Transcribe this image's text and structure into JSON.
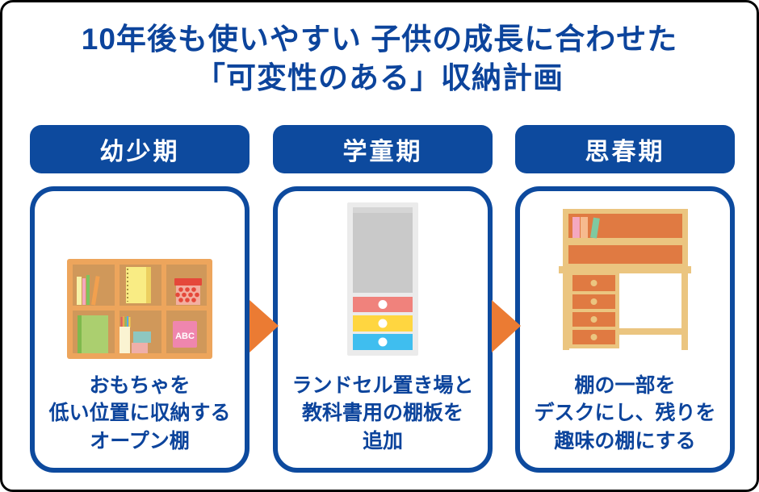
{
  "title": {
    "line1": "10年後も使いやすい 子供の成長に合わせた",
    "line2": "「可変性のある」収納計画"
  },
  "colors": {
    "primary_blue": "#0d4a9e",
    "title_blue": "#0c449c",
    "arrow_orange": "#eb7b33",
    "shelf_frame": "#eda55c",
    "shelf_interior": "#d0985a",
    "cabinet_frame": "#ebebeb",
    "cabinet_panel": "#c9c9c9",
    "drawer_red": "#f0827c",
    "drawer_yellow": "#ffd640",
    "drawer_blue": "#3fbeef",
    "desk_frame": "#ebc580",
    "desk_interior": "#e07a42"
  },
  "stages": [
    {
      "label": "幼少期",
      "illustration": "open-shelf-with-toys",
      "caption_lines": [
        "おもちゃを",
        "低い位置に収納する",
        "オープン棚"
      ]
    },
    {
      "label": "学童期",
      "illustration": "tall-cabinet-with-drawers",
      "caption_lines": [
        "ランドセル置き場と",
        "教科書用の棚板を",
        "追加"
      ]
    },
    {
      "label": "思春期",
      "illustration": "desk-with-hutch",
      "caption_lines": [
        "棚の一部を",
        "デスクにし、残りを",
        "趣味の棚にする"
      ]
    }
  ],
  "decor": {
    "abc_book_label": "ABC"
  }
}
